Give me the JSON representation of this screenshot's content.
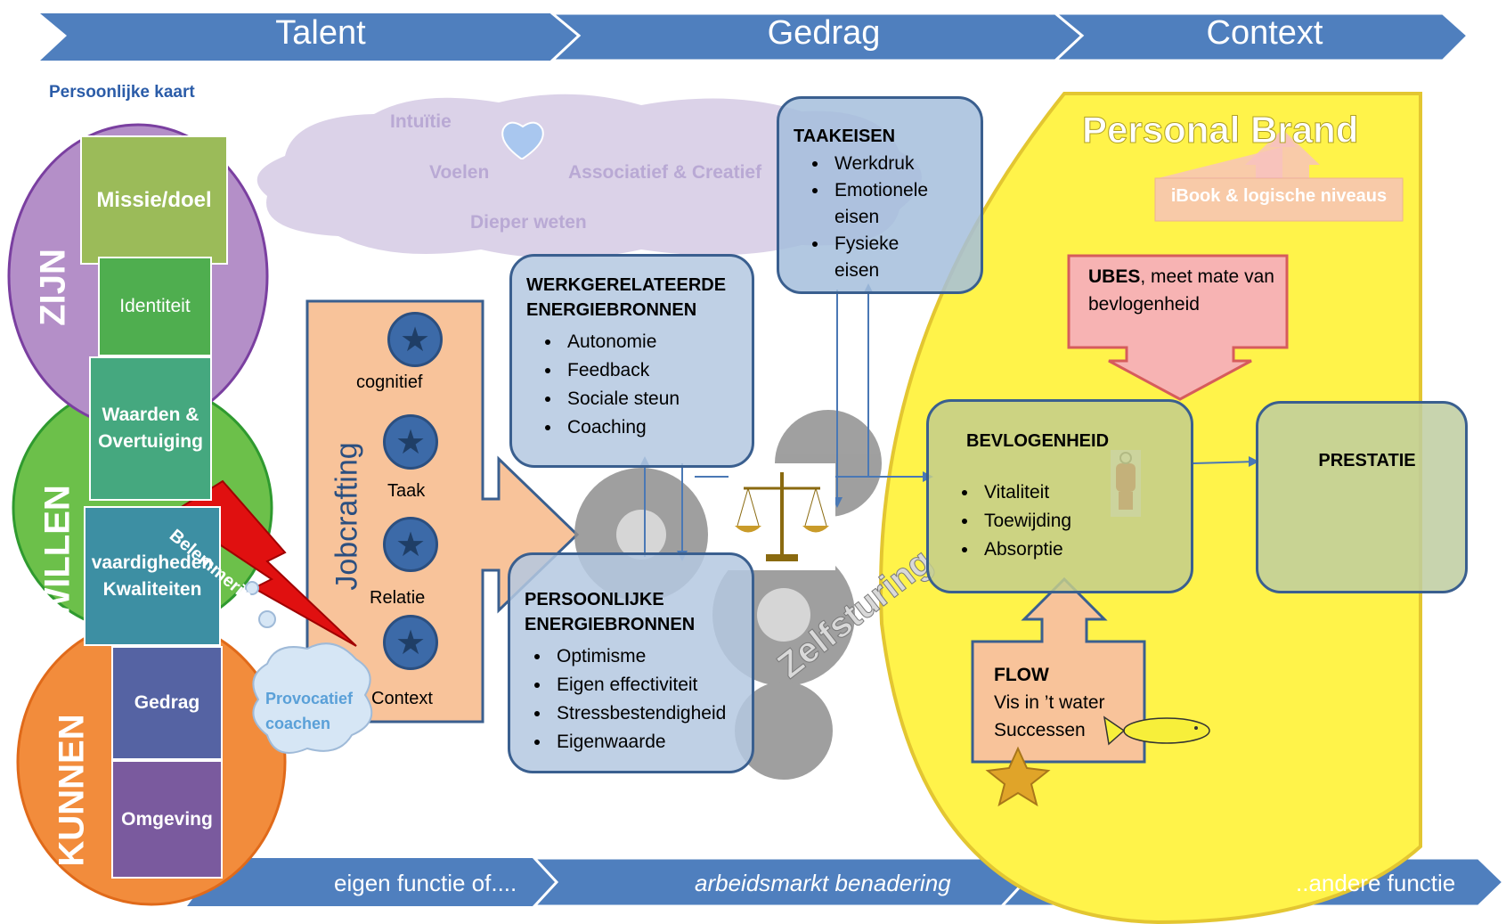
{
  "header": {
    "talent": "Talent",
    "gedrag": "Gedrag",
    "context": "Context"
  },
  "persoonlijke_kaart": "Persoonlijke kaart",
  "circles": {
    "zijn": "ZIJN",
    "willen": "WILLEN",
    "kunnen": "KUNNEN"
  },
  "levels": {
    "missie": "Missie/doel",
    "identiteit": "Identiteit",
    "waarden": "Waarden & Overtuiging",
    "vaardigheden_1": "vaardigheden",
    "vaardigheden_2": "Kwaliteiten",
    "gedrag": "Gedrag",
    "omgeving": "Omgeving"
  },
  "belemmering": "Belemmering",
  "provocatief": {
    "line1": "Provocatief",
    "line2": "coachen"
  },
  "cloud": {
    "intuitie": "Intuïtie",
    "voelen": "Voelen",
    "associatief": "Associatief & Creatief",
    "dieper": "Dieper weten"
  },
  "jobcrafting": {
    "title": "Jobcrafting",
    "items": [
      "cognitief",
      "Taak",
      "Relatie",
      "Context"
    ]
  },
  "werk_bronnen": {
    "title_1": "WERKGERELATEERDE",
    "title_2": "ENERGIEBRONNEN",
    "items": [
      "Autonomie",
      "Feedback",
      "Sociale steun",
      "Coaching"
    ]
  },
  "persoonlijke_bronnen": {
    "title_1": "PERSOONLIJKE",
    "title_2": "ENERGIEBRONNEN",
    "items": [
      "Optimisme",
      "Eigen effectiviteit",
      "Stressbestendigheid",
      "Eigenwaarde"
    ]
  },
  "taakeisen": {
    "title": "TAAKEISEN",
    "items": [
      "Werkdruk",
      "Emotionele eisen",
      "Fysieke eisen"
    ]
  },
  "zelfsturing": "Zelfsturing",
  "personal_brand": "Personal Brand",
  "ibook": "iBook & logische niveaus",
  "ubes": {
    "bold": "UBES",
    "rest": ", meet mate van bevlogenheid"
  },
  "bevlogenheid": {
    "title": "BEVLOGENHEID",
    "items": [
      "Vitaliteit",
      "Toewijding",
      "Absorptie"
    ]
  },
  "prestatie": "PRESTATIE",
  "flow": {
    "title": "FLOW",
    "line1": "Vis in ’t water",
    "line2": "Successen"
  },
  "bottom": {
    "left": "eigen functie of....",
    "middle": "arbeidsmarkt benadering",
    "right": "..andere functie"
  },
  "colors": {
    "band": "#4f7fbe",
    "zijn": "#b48fc8",
    "willen": "#6cc04a",
    "kunnen": "#f28c3c",
    "personal_brand": "#fff34a",
    "jobcrafting": "#f8c39a",
    "belemmering": "#e01010"
  }
}
